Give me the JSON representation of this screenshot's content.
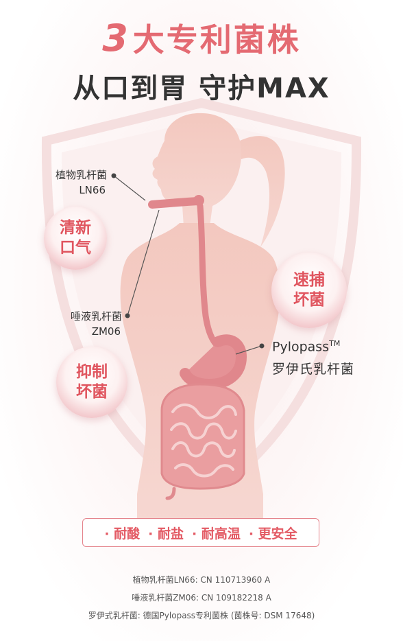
{
  "title": {
    "number": "3",
    "line1_rest": "大专利菌株",
    "line2": "从口到胃  守护MAX"
  },
  "bubbles": {
    "fresh_breath": [
      "清新",
      "口气"
    ],
    "catch_bad": [
      "速捕",
      "坏菌"
    ],
    "inhibit_bad": [
      "抑制",
      "坏菌"
    ]
  },
  "strains": {
    "plantarum": {
      "name": "植物乳杆菌",
      "code": "LN66"
    },
    "salivarius": {
      "name": "唾液乳杆菌",
      "code": "ZM06"
    },
    "reuteri": {
      "name": "Pylopass",
      "tm": "TM",
      "sub": "罗伊氏乳杆菌"
    }
  },
  "features": [
    "· 耐酸",
    "· 耐盐",
    "· 耐高温",
    "· 更安全"
  ],
  "footnotes": [
    "植物乳杆菌LN66: CN 110713960 A",
    "唾液乳杆菌ZM06: CN 109182218 A",
    "罗伊式乳杆菌: 德国Pylopass专利菌株 (菌株号: DSM 17648)"
  ],
  "colors": {
    "accent": "#e46a72",
    "title_dark": "#333333",
    "body_silhouette": "#f0c3bc",
    "organ": "#e59296"
  }
}
